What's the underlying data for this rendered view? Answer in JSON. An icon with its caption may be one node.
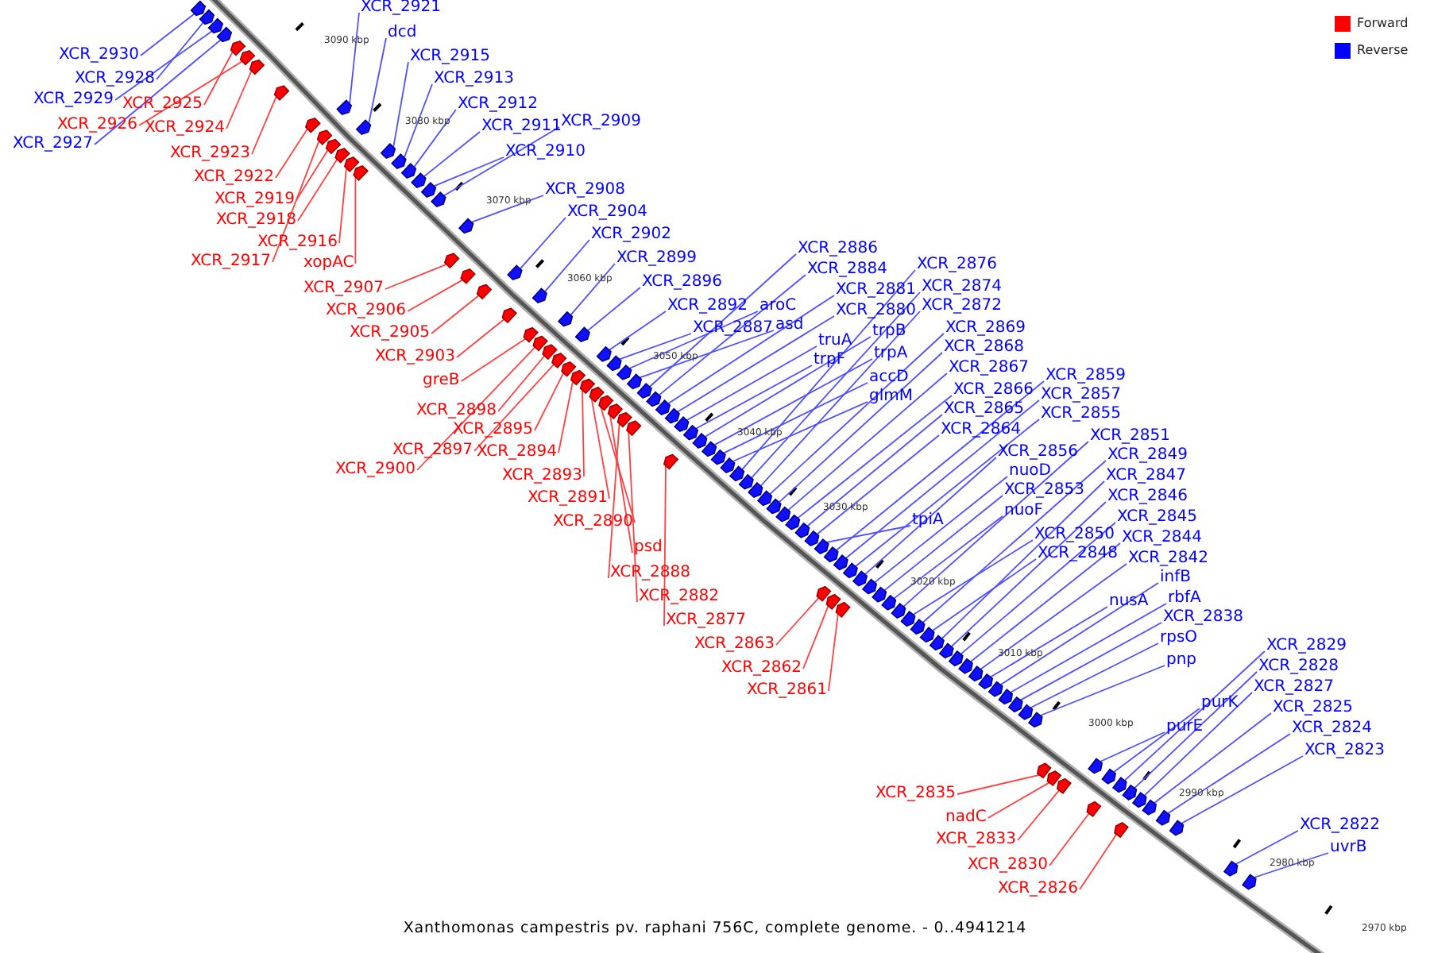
{
  "diagram": {
    "caption": "Xanthomonas campestris pv. raphani 756C, complete genome. - 0..4941214",
    "nodes": [
      {
        "text": [
          "XCR_2921"
        ]
      },
      {
        "text": [
          "dcd"
        ]
      },
      {
        "text": [
          "XCR_2915"
        ]
      },
      {
        "text": [
          "XCR_2930"
        ]
      },
      {
        "text": [
          "XCR_2913"
        ]
      },
      {
        "text": [
          "XCR_2928"
        ]
      },
      {
        "text": [
          "XCR_2912"
        ]
      },
      {
        "text": [
          "XCR_2925"
        ]
      },
      {
        "text": [
          "XCR_2929"
        ]
      },
      {
        "text": [
          "XCR_2909"
        ]
      },
      {
        "text": [
          "XCR_2911"
        ]
      },
      {
        "text": [
          "XCR_2926"
        ]
      },
      {
        "text": [
          "XCR_2924"
        ]
      },
      {
        "text": [
          "XCR_2927"
        ]
      },
      {
        "text": [
          "XCR_2910"
        ]
      },
      {
        "text": [
          "XCR_2923"
        ]
      },
      {
        "text": [
          "XCR_2922"
        ]
      },
      {
        "text": [
          "XCR_2908"
        ]
      },
      {
        "text": [
          "XCR_2919"
        ]
      },
      {
        "text": [
          "XCR_2904"
        ]
      },
      {
        "text": [
          "XCR_2918"
        ]
      },
      {
        "text": [
          "XCR_2902"
        ]
      },
      {
        "text": [
          "XCR_2916"
        ]
      },
      {
        "text": [
          "XCR_2886"
        ]
      },
      {
        "text": [
          "XCR_2899"
        ]
      },
      {
        "text": [
          "XCR_2917"
        ]
      },
      {
        "text": [
          "xopAC"
        ]
      },
      {
        "text": [
          "XCR_2876"
        ]
      },
      {
        "text": [
          "XCR_2884"
        ]
      },
      {
        "text": [
          "XCR_2896"
        ]
      },
      {
        "text": [
          "XCR_2874"
        ]
      },
      {
        "text": [
          "XCR_2907"
        ]
      },
      {
        "text": [
          "XCR_2881"
        ]
      },
      {
        "text": [
          "XCR_2892"
        ]
      },
      {
        "text": [
          "aroC"
        ]
      },
      {
        "text": [
          "XCR_2872"
        ]
      },
      {
        "text": [
          "XCR_2880"
        ]
      },
      {
        "text": [
          "XCR_2906"
        ]
      },
      {
        "text": [
          "asd"
        ]
      },
      {
        "text": [
          "XCR_2887"
        ]
      },
      {
        "text": [
          "XCR_2869"
        ]
      },
      {
        "text": [
          "trpB"
        ]
      },
      {
        "text": [
          "XCR_2905"
        ]
      },
      {
        "text": [
          "truA"
        ]
      },
      {
        "text": [
          "XCR_2868"
        ]
      },
      {
        "text": [
          "trpA"
        ]
      },
      {
        "text": [
          "XCR_2903"
        ]
      },
      {
        "text": [
          "trpF"
        ]
      },
      {
        "text": [
          "XCR_2867"
        ]
      },
      {
        "text": [
          "XCR_2859"
        ]
      },
      {
        "text": [
          "accD"
        ]
      },
      {
        "text": [
          "greB"
        ]
      },
      {
        "text": [
          "XCR_2866"
        ]
      },
      {
        "text": [
          "XCR_2857"
        ]
      },
      {
        "text": [
          "glmM"
        ]
      },
      {
        "text": [
          "XCR_2865"
        ]
      },
      {
        "text": [
          "XCR_2898"
        ]
      },
      {
        "text": [
          "XCR_2855"
        ]
      },
      {
        "text": [
          "XCR_2895"
        ]
      },
      {
        "text": [
          "XCR_2864"
        ]
      },
      {
        "text": [
          "XCR_2851"
        ]
      },
      {
        "text": [
          "XCR_2897"
        ]
      },
      {
        "text": [
          "XCR_2894"
        ]
      },
      {
        "text": [
          "XCR_2856"
        ]
      },
      {
        "text": [
          "XCR_2849"
        ]
      },
      {
        "text": [
          "XCR_2900"
        ]
      },
      {
        "text": [
          "nuoD"
        ]
      },
      {
        "text": [
          "XCR_2893"
        ]
      },
      {
        "text": [
          "XCR_2847"
        ]
      },
      {
        "text": [
          "XCR_2853"
        ]
      },
      {
        "text": [
          "XCR_2846"
        ]
      },
      {
        "text": [
          "XCR_2891"
        ]
      },
      {
        "text": [
          "nuoF"
        ]
      },
      {
        "text": [
          "XCR_2845"
        ]
      },
      {
        "text": [
          "tpiA"
        ]
      },
      {
        "text": [
          "XCR_2890"
        ]
      },
      {
        "text": [
          "XCR_2850"
        ]
      },
      {
        "text": [
          "XCR_2844"
        ]
      },
      {
        "text": [
          "psd"
        ]
      },
      {
        "text": [
          "XCR_2848"
        ]
      },
      {
        "text": [
          "XCR_2842"
        ]
      },
      {
        "text": [
          "XCR_2888"
        ]
      },
      {
        "text": [
          "infB"
        ]
      },
      {
        "text": [
          "XCR_2882"
        ]
      },
      {
        "text": [
          "rbfA"
        ]
      },
      {
        "text": [
          "nusA"
        ]
      },
      {
        "text": [
          "XCR_2838"
        ]
      },
      {
        "text": [
          "XCR_2877"
        ]
      },
      {
        "text": [
          "rpsO"
        ]
      },
      {
        "text": [
          "XCR_2863"
        ]
      },
      {
        "text": [
          "XCR_2829"
        ]
      },
      {
        "text": [
          "pnp"
        ]
      },
      {
        "text": [
          "XCR_2862"
        ]
      },
      {
        "text": [
          "XCR_2828"
        ]
      },
      {
        "text": [
          "XCR_2827"
        ]
      },
      {
        "text": [
          "XCR_2861"
        ]
      },
      {
        "text": [
          "purK"
        ]
      },
      {
        "text": [
          "XCR_2825"
        ]
      },
      {
        "text": [
          "purE"
        ]
      },
      {
        "text": [
          "XCR_2824"
        ]
      },
      {
        "text": [
          "XCR_2823"
        ]
      },
      {
        "text": [
          "XCR_2835"
        ]
      },
      {
        "text": [
          "nadC"
        ]
      },
      {
        "text": [
          "XCR_2833"
        ]
      },
      {
        "text": [
          "XCR_2822"
        ]
      },
      {
        "text": [
          "uvrB"
        ]
      },
      {
        "text": [
          "XCR_2830"
        ]
      },
      {
        "text": [
          "XCR_2826"
        ]
      },
      {
        "text": [],
        "shape": "arrow"
      },
      {
        "text": [],
        "shape": "arrow"
      },
      {
        "text": [],
        "shape": "arrow"
      },
      {
        "text": [],
        "shape": "arrow"
      },
      {
        "text": [],
        "shape": "arrow"
      },
      {
        "text": [],
        "shape": "arrow"
      },
      {
        "text": [],
        "shape": "arrow"
      },
      {
        "text": [],
        "shape": "arrow"
      },
      {
        "text": [],
        "shape": "arrow"
      },
      {
        "text": [],
        "shape": "arrow"
      },
      {
        "text": [],
        "shape": "arrow"
      },
      {
        "text": [],
        "shape": "arrow"
      },
      {
        "text": [],
        "shape": "arrow"
      },
      {
        "text": [],
        "shape": "arrow"
      },
      {
        "text": [],
        "shape": "arrow"
      },
      {
        "text": [],
        "shape": "arrow"
      },
      {
        "text": [],
        "shape": "arrow"
      },
      {
        "text": [],
        "shape": "arrow"
      },
      {
        "text": [],
        "shape": "arrow"
      },
      {
        "text": [],
        "shape": "arrow"
      },
      {
        "text": [],
        "shape": "arrow"
      },
      {
        "text": [],
        "shape": "arrow"
      },
      {
        "text": [],
        "shape": "arrow"
      },
      {
        "text": [],
        "shape": "arrow"
      },
      {
        "text": [],
        "shape": "arrow"
      },
      {
        "text": [],
        "shape": "arrow"
      },
      {
        "text": [],
        "shape": "arrow"
      },
      {
        "text": [],
        "shape": "arrow"
      },
      {
        "text": [],
        "shape": "arrow"
      },
      {
        "text": [],
        "shape": "arrow"
      },
      {
        "text": [],
        "shape": "arrow"
      },
      {
        "text": [],
        "shape": "arrow"
      },
      {
        "text": [],
        "shape": "arrow"
      },
      {
        "text": [],
        "shape": "arrow"
      },
      {
        "text": [],
        "shape": "arrow"
      },
      {
        "text": [],
        "shape": "arrow"
      },
      {
        "text": [],
        "shape": "arrow"
      },
      {
        "text": [],
        "shape": "arrow"
      },
      {
        "text": [],
        "shape": "arrow"
      },
      {
        "text": [],
        "shape": "arrow"
      },
      {
        "text": [],
        "shape": "arrow"
      },
      {
        "text": [],
        "shape": "arrow"
      },
      {
        "text": [],
        "shape": "arrow"
      },
      {
        "text": [],
        "shape": "arrow"
      },
      {
        "text": [],
        "shape": "arrow"
      },
      {
        "text": [],
        "shape": "arrow"
      },
      {
        "text": [],
        "shape": "arrow"
      },
      {
        "text": [],
        "shape": "arrow"
      },
      {
        "text": [],
        "shape": "arrow"
      },
      {
        "text": [],
        "shape": "arrow"
      },
      {
        "text": [],
        "shape": "arrow"
      },
      {
        "text": [],
        "shape": "arrow"
      },
      {
        "text": [],
        "shape": "arrow"
      },
      {
        "text": [],
        "shape": "arrow"
      },
      {
        "text": [],
        "shape": "arrow"
      },
      {
        "text": [],
        "shape": "arrow"
      },
      {
        "text": [],
        "shape": "arrow"
      },
      {
        "text": [],
        "shape": "arrow"
      },
      {
        "text": [],
        "shape": "arrow"
      },
      {
        "text": [],
        "shape": "arrow"
      },
      {
        "text": [],
        "shape": "arrow"
      },
      {
        "text": [],
        "shape": "arrow"
      },
      {
        "text": [],
        "shape": "arrow"
      },
      {
        "text": [],
        "shape": "arrow"
      },
      {
        "text": [],
        "shape": "arrow"
      },
      {
        "text": [],
        "shape": "arrow"
      },
      {
        "text": [],
        "shape": "arrow"
      },
      {
        "text": [],
        "shape": "arrow"
      },
      {
        "text": [],
        "shape": "arrow"
      },
      {
        "text": [],
        "shape": "arrow"
      },
      {
        "text": [],
        "shape": "arrow"
      },
      {
        "text": [],
        "shape": "arrow"
      },
      {
        "text": [],
        "shape": "arrow"
      },
      {
        "text": [],
        "shape": "arrow"
      },
      {
        "text": [],
        "shape": "arrow"
      },
      {
        "text": [],
        "shape": "arrow"
      },
      {
        "text": [],
        "shape": "arrow"
      },
      {
        "text": [],
        "shape": "arrow"
      },
      {
        "text": [],
        "shape": "arrow"
      },
      {
        "text": [],
        "shape": "arrow"
      },
      {
        "text": [],
        "shape": "arrow"
      },
      {
        "text": [],
        "shape": "arrow"
      },
      {
        "text": [],
        "shape": "arrow"
      },
      {
        "text": [],
        "shape": "arrow"
      },
      {
        "text": [],
        "shape": "arrow"
      },
      {
        "text": [],
        "shape": "arrow"
      },
      {
        "text": [],
        "shape": "arrow"
      },
      {
        "text": [],
        "shape": "arrow"
      },
      {
        "text": [],
        "shape": "arrow"
      },
      {
        "text": [],
        "shape": "arrow"
      },
      {
        "text": [],
        "shape": "arrow"
      },
      {
        "text": [],
        "shape": "arrow"
      },
      {
        "text": [],
        "shape": "arrow"
      },
      {
        "text": [],
        "shape": "arrow"
      },
      {
        "text": [],
        "shape": "arrow"
      },
      {
        "text": [],
        "shape": "arrow"
      },
      {
        "text": [],
        "shape": "arrow"
      },
      {
        "text": [],
        "shape": "arrow"
      },
      {
        "text": [],
        "shape": "arrow"
      },
      {
        "text": [],
        "shape": "arrow"
      },
      {
        "text": [],
        "shape": "arrow"
      },
      {
        "text": [],
        "shape": "arrow"
      },
      {
        "text": [],
        "shape": "arrow"
      },
      {
        "text": [],
        "shape": "arrow"
      },
      {
        "text": [],
        "shape": "arrow"
      },
      {
        "text": [],
        "shape": "arrow"
      },
      {
        "text": [],
        "shape": "arrow"
      },
      {
        "text": [],
        "shape": "arrow"
      }
    ],
    "edges": [
      {
        "from": 3,
        "to": 108,
        "arrow": "none"
      },
      {
        "from": 5,
        "to": 109,
        "arrow": "none"
      },
      {
        "from": 8,
        "to": 110,
        "arrow": "none"
      },
      {
        "from": 13,
        "to": 111,
        "arrow": "none"
      },
      {
        "from": 7,
        "to": 112,
        "arrow": "none",
        "color": "#ff4040"
      },
      {
        "from": 11,
        "to": 113,
        "arrow": "none",
        "color": "#ff4040"
      },
      {
        "from": 12,
        "to": 114,
        "arrow": "none",
        "color": "#ff4040"
      },
      {
        "from": 15,
        "to": 115,
        "arrow": "none",
        "color": "#ff4040"
      },
      {
        "from": 16,
        "to": 116,
        "arrow": "none",
        "color": "#ff4040"
      },
      {
        "from": 0,
        "to": 117,
        "arrow": "none"
      },
      {
        "from": 25,
        "to": 118,
        "arrow": "none",
        "color": "#ff4040"
      },
      {
        "from": 18,
        "to": 119,
        "arrow": "none",
        "color": "#ff4040"
      },
      {
        "from": 20,
        "to": 120,
        "arrow": "none",
        "color": "#ff4040"
      },
      {
        "from": 22,
        "to": 121,
        "arrow": "none",
        "color": "#ff4040"
      },
      {
        "from": 1,
        "to": 122,
        "arrow": "none"
      },
      {
        "from": 26,
        "to": 123,
        "arrow": "none",
        "color": "#ff4040"
      },
      {
        "from": 2,
        "to": 124,
        "arrow": "none"
      },
      {
        "from": 4,
        "to": 125,
        "arrow": "none"
      },
      {
        "from": 6,
        "to": 126,
        "arrow": "none"
      },
      {
        "from": 10,
        "to": 127,
        "arrow": "none"
      },
      {
        "from": 14,
        "to": 128,
        "arrow": "none"
      },
      {
        "from": 9,
        "to": 129,
        "arrow": "none"
      },
      {
        "from": 17,
        "to": 130,
        "arrow": "none"
      },
      {
        "from": 31,
        "to": 131,
        "arrow": "none",
        "color": "#ff4040"
      },
      {
        "from": 37,
        "to": 132,
        "arrow": "none",
        "color": "#ff4040"
      },
      {
        "from": 42,
        "to": 133,
        "arrow": "none",
        "color": "#ff4040"
      },
      {
        "from": 19,
        "to": 134,
        "arrow": "none"
      },
      {
        "from": 46,
        "to": 135,
        "arrow": "none",
        "color": "#ff4040"
      },
      {
        "from": 21,
        "to": 136,
        "arrow": "none"
      },
      {
        "from": 51,
        "to": 137,
        "arrow": "none",
        "color": "#ff4040"
      },
      {
        "from": 24,
        "to": 138,
        "arrow": "none"
      },
      {
        "from": 65,
        "to": 139,
        "arrow": "none",
        "color": "#ff4040"
      },
      {
        "from": 56,
        "to": 140,
        "arrow": "none",
        "color": "#ff4040"
      },
      {
        "from": 61,
        "to": 141,
        "arrow": "none",
        "color": "#ff4040"
      },
      {
        "from": 29,
        "to": 142,
        "arrow": "none"
      },
      {
        "from": 58,
        "to": 143,
        "arrow": "none",
        "color": "#ff4040"
      },
      {
        "from": 62,
        "to": 144,
        "arrow": "none",
        "color": "#ff4040"
      },
      {
        "from": 67,
        "to": 145,
        "arrow": "none",
        "color": "#ff4040"
      },
      {
        "from": 33,
        "to": 146,
        "arrow": "none"
      },
      {
        "from": 39,
        "to": 147,
        "arrow": "none"
      },
      {
        "from": 71,
        "to": 148,
        "arrow": "none",
        "color": "#ff4040"
      },
      {
        "from": 34,
        "to": 149,
        "arrow": "none"
      },
      {
        "from": 75,
        "to": 150,
        "arrow": "none",
        "color": "#ff4040"
      },
      {
        "from": 38,
        "to": 151,
        "arrow": "none"
      },
      {
        "from": 23,
        "to": 152,
        "arrow": "none"
      },
      {
        "from": 78,
        "to": 153,
        "arrow": "none",
        "color": "#ff4040"
      },
      {
        "from": 81,
        "to": 154,
        "arrow": "none",
        "color": "#ff4040"
      },
      {
        "from": 28,
        "to": 155,
        "arrow": "none"
      },
      {
        "from": 83,
        "to": 156,
        "arrow": "none",
        "color": "#ff4040"
      },
      {
        "from": 32,
        "to": 157,
        "arrow": "none"
      },
      {
        "from": 36,
        "to": 158,
        "arrow": "none"
      },
      {
        "from": 43,
        "to": 159,
        "arrow": "none"
      },
      {
        "from": 47,
        "to": 160,
        "arrow": "none"
      },
      {
        "from": 41,
        "to": 161,
        "arrow": "none"
      },
      {
        "from": 87,
        "to": 162,
        "arrow": "none",
        "color": "#ff4040"
      },
      {
        "from": 45,
        "to": 163,
        "arrow": "none"
      },
      {
        "from": 50,
        "to": 164,
        "arrow": "none"
      },
      {
        "from": 54,
        "to": 165,
        "arrow": "none"
      },
      {
        "from": 27,
        "to": 166,
        "arrow": "none"
      },
      {
        "from": 30,
        "to": 167,
        "arrow": "none"
      },
      {
        "from": 35,
        "to": 168,
        "arrow": "none"
      },
      {
        "from": 40,
        "to": 169,
        "arrow": "none"
      },
      {
        "from": 44,
        "to": 170,
        "arrow": "none"
      },
      {
        "from": 48,
        "to": 171,
        "arrow": "none"
      },
      {
        "from": 52,
        "to": 172,
        "arrow": "none"
      },
      {
        "from": 55,
        "to": 173,
        "arrow": "none"
      },
      {
        "from": 59,
        "to": 174,
        "arrow": "none"
      },
      {
        "from": 74,
        "to": 175,
        "arrow": "none"
      },
      {
        "from": 49,
        "to": 176,
        "arrow": "none"
      },
      {
        "from": 53,
        "to": 177,
        "arrow": "none"
      },
      {
        "from": 57,
        "to": 178,
        "arrow": "none"
      },
      {
        "from": 63,
        "to": 179,
        "arrow": "none"
      },
      {
        "from": 66,
        "to": 180,
        "arrow": "none"
      },
      {
        "from": 89,
        "to": 181,
        "arrow": "none",
        "color": "#ff4040"
      },
      {
        "from": 69,
        "to": 182,
        "arrow": "none"
      },
      {
        "from": 92,
        "to": 183,
        "arrow": "none",
        "color": "#ff4040"
      },
      {
        "from": 72,
        "to": 184,
        "arrow": "none"
      },
      {
        "from": 95,
        "to": 185,
        "arrow": "none",
        "color": "#ff4040"
      },
      {
        "from": 60,
        "to": 186,
        "arrow": "none"
      },
      {
        "from": 76,
        "to": 187,
        "arrow": "none"
      },
      {
        "from": 64,
        "to": 188,
        "arrow": "none"
      },
      {
        "from": 79,
        "to": 189,
        "arrow": "none"
      },
      {
        "from": 68,
        "to": 190,
        "arrow": "none"
      },
      {
        "from": 70,
        "to": 191,
        "arrow": "none"
      },
      {
        "from": 73,
        "to": 192,
        "arrow": "none"
      },
      {
        "from": 77,
        "to": 193,
        "arrow": "none"
      },
      {
        "from": 80,
        "to": 194,
        "arrow": "none"
      },
      {
        "from": 85,
        "to": 195,
        "arrow": "none"
      },
      {
        "from": 82,
        "to": 196,
        "arrow": "none"
      },
      {
        "from": 84,
        "to": 197,
        "arrow": "none"
      },
      {
        "from": 86,
        "to": 198,
        "arrow": "none"
      },
      {
        "from": 88,
        "to": 199,
        "arrow": "none"
      },
      {
        "from": 91,
        "to": 200,
        "arrow": "none"
      },
      {
        "from": 101,
        "to": 201,
        "arrow": "none",
        "color": "#ff4040"
      },
      {
        "from": 102,
        "to": 202,
        "arrow": "none",
        "color": "#ff4040"
      },
      {
        "from": 103,
        "to": 203,
        "arrow": "none",
        "color": "#ff4040"
      },
      {
        "from": 98,
        "to": 204,
        "arrow": "none"
      },
      {
        "from": 96,
        "to": 205,
        "arrow": "none"
      },
      {
        "from": 106,
        "to": 206,
        "arrow": "none",
        "color": "#ff4040"
      },
      {
        "from": 90,
        "to": 207,
        "arrow": "none"
      },
      {
        "from": 93,
        "to": 208,
        "arrow": "none"
      },
      {
        "from": 94,
        "to": 209,
        "arrow": "none"
      },
      {
        "from": 107,
        "to": 210,
        "arrow": "none",
        "color": "#ff4040"
      },
      {
        "from": 97,
        "to": 211,
        "arrow": "none"
      },
      {
        "from": 99,
        "to": 212,
        "arrow": "none"
      },
      {
        "from": 100,
        "to": 213,
        "arrow": "none"
      },
      {
        "from": 104,
        "to": 214,
        "arrow": "none"
      },
      {
        "from": 105,
        "to": 215,
        "arrow": "none"
      }
    ],
    "labels": [
      "3090 kbp",
      "3080 kbp",
      "3070 kbp",
      "3060 kbp",
      "3050 kbp",
      "3040 kbp",
      "3030 kbp",
      "3020 kbp",
      "3010 kbp",
      "3000 kbp",
      "2990 kbp",
      "2980 kbp",
      "2970 kbp"
    ],
    "legend": [
      {
        "text": "Forward",
        "color": "#ff0000"
      },
      {
        "text": "Reverse",
        "color": "#0000ff"
      }
    ]
  }
}
